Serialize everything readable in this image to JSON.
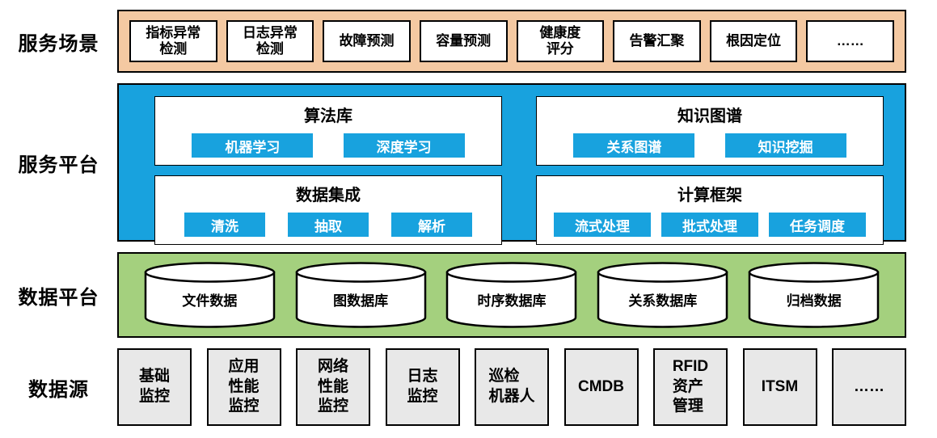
{
  "layers": {
    "scenarios": {
      "label": "服务场景",
      "items": [
        "指标异常\n检测",
        "日志异常\n检测",
        "故障预测",
        "容量预测",
        "健康度\n评分",
        "告警汇聚",
        "根因定位",
        "……"
      ]
    },
    "platform": {
      "label": "服务平台",
      "panels": [
        {
          "title": "算法库",
          "buttons": [
            "机器学习",
            "深度学习"
          ]
        },
        {
          "title": "知识图谱",
          "buttons": [
            "关系图谱",
            "知识挖掘"
          ]
        },
        {
          "title": "数据集成",
          "buttons": [
            "清洗",
            "抽取",
            "解析"
          ]
        },
        {
          "title": "计算框架",
          "buttons": [
            "流式处理",
            "批式处理",
            "任务调度"
          ]
        }
      ]
    },
    "data_platform": {
      "label": "数据平台",
      "databases": [
        "文件数据",
        "图数据库",
        "时序数据库",
        "关系数据库",
        "归档数据"
      ]
    },
    "sources": {
      "label": "数据源",
      "items": [
        "基础\n监控",
        "应用\n性能\n监控",
        "网络\n性能\n监控",
        "日志\n监控",
        "巡检\n机器人",
        "CMDB",
        "RFID\n资产\n管理",
        "ITSM",
        "……"
      ]
    }
  },
  "colors": {
    "scenarios_band": "#F4C9A2",
    "platform_band": "#18A2DE",
    "data_band": "#A4D07E",
    "source_box": "#E8E8E8",
    "button": "#18A2DE"
  }
}
